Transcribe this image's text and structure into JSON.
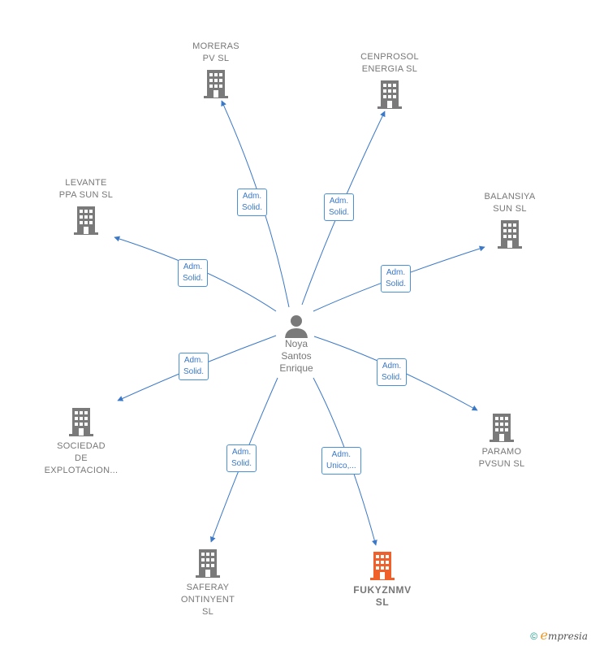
{
  "colors": {
    "company": "#7a7a7a",
    "highlight": "#f0602a",
    "edge": "#3a78c8",
    "person": "#7a7a7a"
  },
  "person": {
    "name_lines": [
      "Noya",
      "Santos",
      "Enrique"
    ],
    "icon": "person-icon"
  },
  "companies": [
    {
      "id": "moreras",
      "lines": [
        "MORERAS",
        "PV  SL"
      ],
      "role_lines": [
        "Adm.",
        "Solid."
      ]
    },
    {
      "id": "cenprosol",
      "lines": [
        "CENPROSOL",
        "ENERGIA  SL"
      ],
      "role_lines": [
        "Adm.",
        "Solid."
      ]
    },
    {
      "id": "levante",
      "lines": [
        "LEVANTE",
        "PPA SUN  SL"
      ],
      "role_lines": [
        "Adm.",
        "Solid."
      ]
    },
    {
      "id": "balansiya",
      "lines": [
        "BALANSIYA",
        "SUN  SL"
      ],
      "role_lines": [
        "Adm.",
        "Solid."
      ]
    },
    {
      "id": "sociedad",
      "lines": [
        "SOCIEDAD",
        "DE",
        "EXPLOTACION..."
      ],
      "role_lines": [
        "Adm.",
        "Solid."
      ]
    },
    {
      "id": "paramo",
      "lines": [
        "PARAMO",
        "PVSUN  SL"
      ],
      "role_lines": [
        "Adm.",
        "Solid."
      ]
    },
    {
      "id": "saferay",
      "lines": [
        "SAFERAY",
        "ONTINYENT",
        "SL"
      ],
      "role_lines": [
        "Adm.",
        "Solid."
      ]
    },
    {
      "id": "fukyznmv",
      "lines": [
        "FUKYZNMV",
        "SL"
      ],
      "role_lines": [
        "Adm.",
        "Unico,..."
      ],
      "highlight": true
    }
  ],
  "footer": {
    "copyright": "©",
    "brand_initial": "e",
    "brand_rest": "mpresia"
  }
}
